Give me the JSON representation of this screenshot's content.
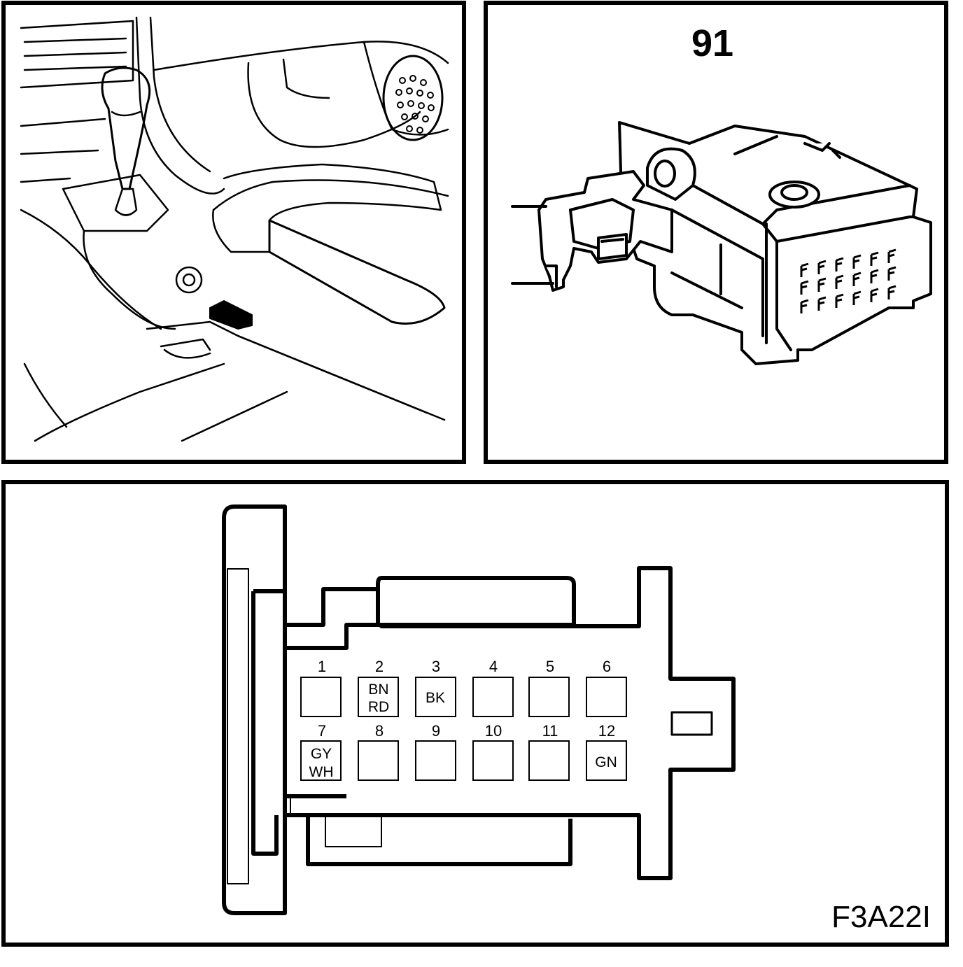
{
  "connector_number": "91",
  "figure_code": "F3A22I",
  "pins": [
    {
      "number": "1",
      "wire": []
    },
    {
      "number": "2",
      "wire": [
        "BN",
        "RD"
      ]
    },
    {
      "number": "3",
      "wire": [
        "BK"
      ]
    },
    {
      "number": "4",
      "wire": []
    },
    {
      "number": "5",
      "wire": []
    },
    {
      "number": "6",
      "wire": []
    },
    {
      "number": "7",
      "wire": [
        "GY",
        "WH"
      ]
    },
    {
      "number": "8",
      "wire": []
    },
    {
      "number": "9",
      "wire": []
    },
    {
      "number": "10",
      "wire": []
    },
    {
      "number": "11",
      "wire": []
    },
    {
      "number": "12",
      "wire": [
        "GN"
      ]
    }
  ],
  "colors": {
    "line": "#000000",
    "background": "#ffffff",
    "pin_fill": "#ffffff"
  }
}
